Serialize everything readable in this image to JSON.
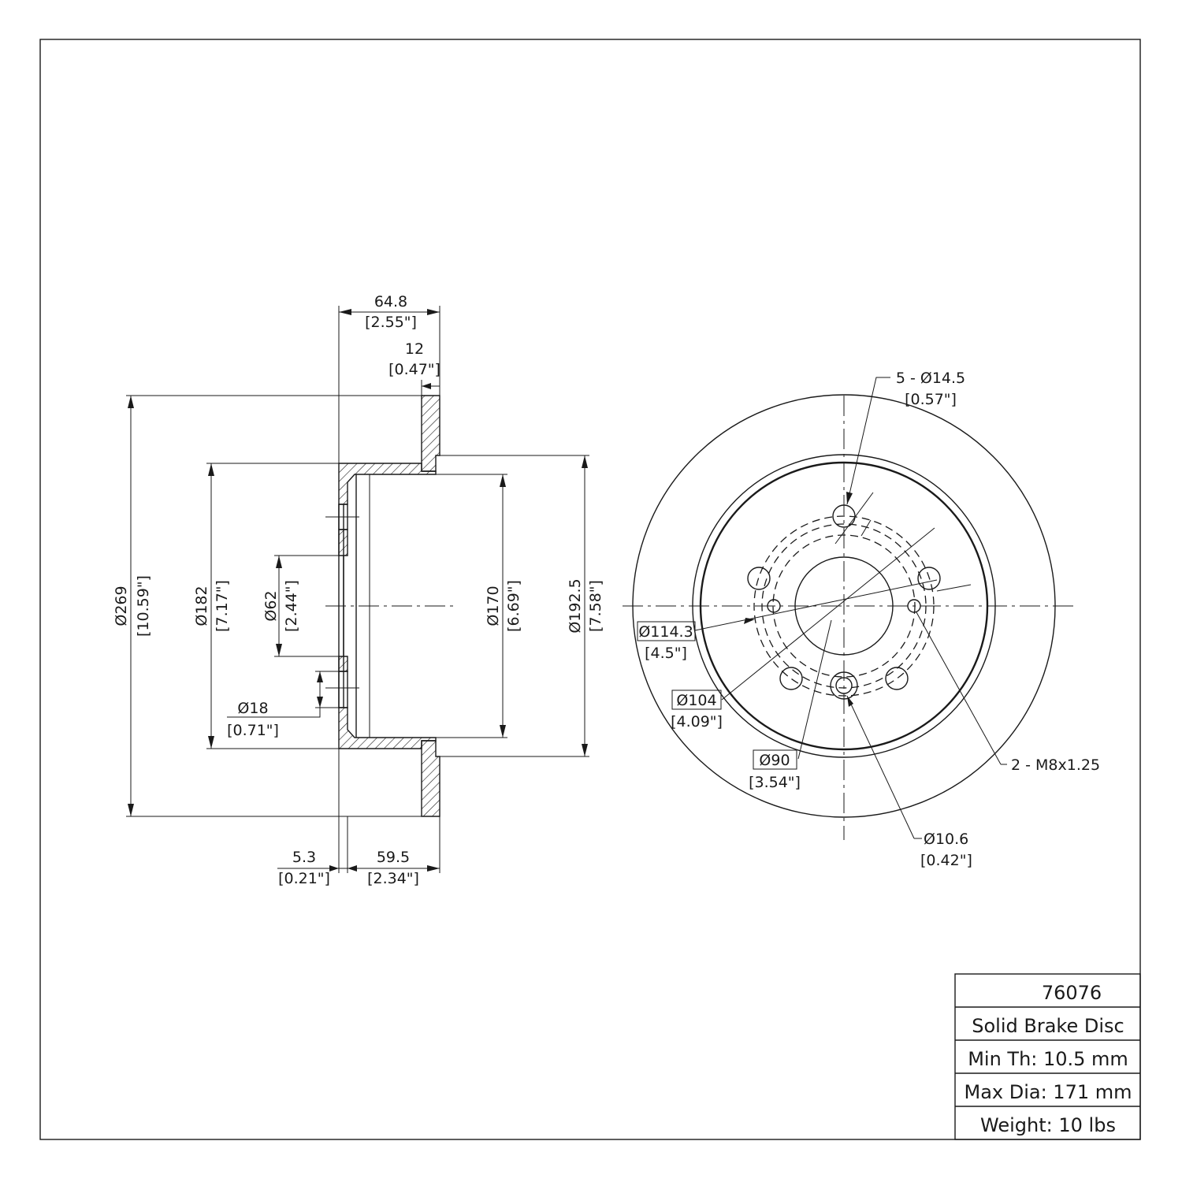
{
  "title_block": {
    "part_number": "76076",
    "description": "Solid Brake Disc",
    "min_thickness": "Min Th: 10.5 mm",
    "max_diameter": "Max Dia: 171 mm",
    "weight": "Weight: 10 lbs"
  },
  "side_view": {
    "overall_width": {
      "mm": "64.8",
      "in": "[2.55\"]"
    },
    "disc_thickness": {
      "mm": "12",
      "in": "[0.47\"]"
    },
    "outer_dia": {
      "mm": "Ø269",
      "in": "[10.59\"]"
    },
    "hat_dia": {
      "mm": "Ø182",
      "in": "[7.17\"]"
    },
    "center_bore": {
      "mm": "Ø62",
      "in": "[2.44\"]"
    },
    "inner_hat_dia": {
      "mm": "Ø170",
      "in": "[6.69\"]"
    },
    "friction_inner_dia": {
      "mm": "Ø192.5",
      "in": "[7.58\"]"
    },
    "hole_dia": {
      "mm": "Ø18",
      "in": "[0.71\"]"
    },
    "hat_thickness": {
      "mm": "5.3",
      "in": "[0.21\"]"
    },
    "hat_height": {
      "mm": "59.5",
      "in": "[2.34\"]"
    }
  },
  "front_view": {
    "bolt_holes": {
      "mm": "5 - Ø14.5",
      "in": "[0.57\"]"
    },
    "bolt_circle": {
      "mm": "Ø114.3",
      "in": "[4.5\"]"
    },
    "circle_104": {
      "mm": "Ø104",
      "in": "[4.09\"]"
    },
    "circle_90": {
      "mm": "Ø90",
      "in": "[3.54\"]"
    },
    "thread_holes": {
      "mm": "2 - M8x1.25"
    },
    "small_hole": {
      "mm": "Ø10.6",
      "in": "[0.42\"]"
    }
  }
}
